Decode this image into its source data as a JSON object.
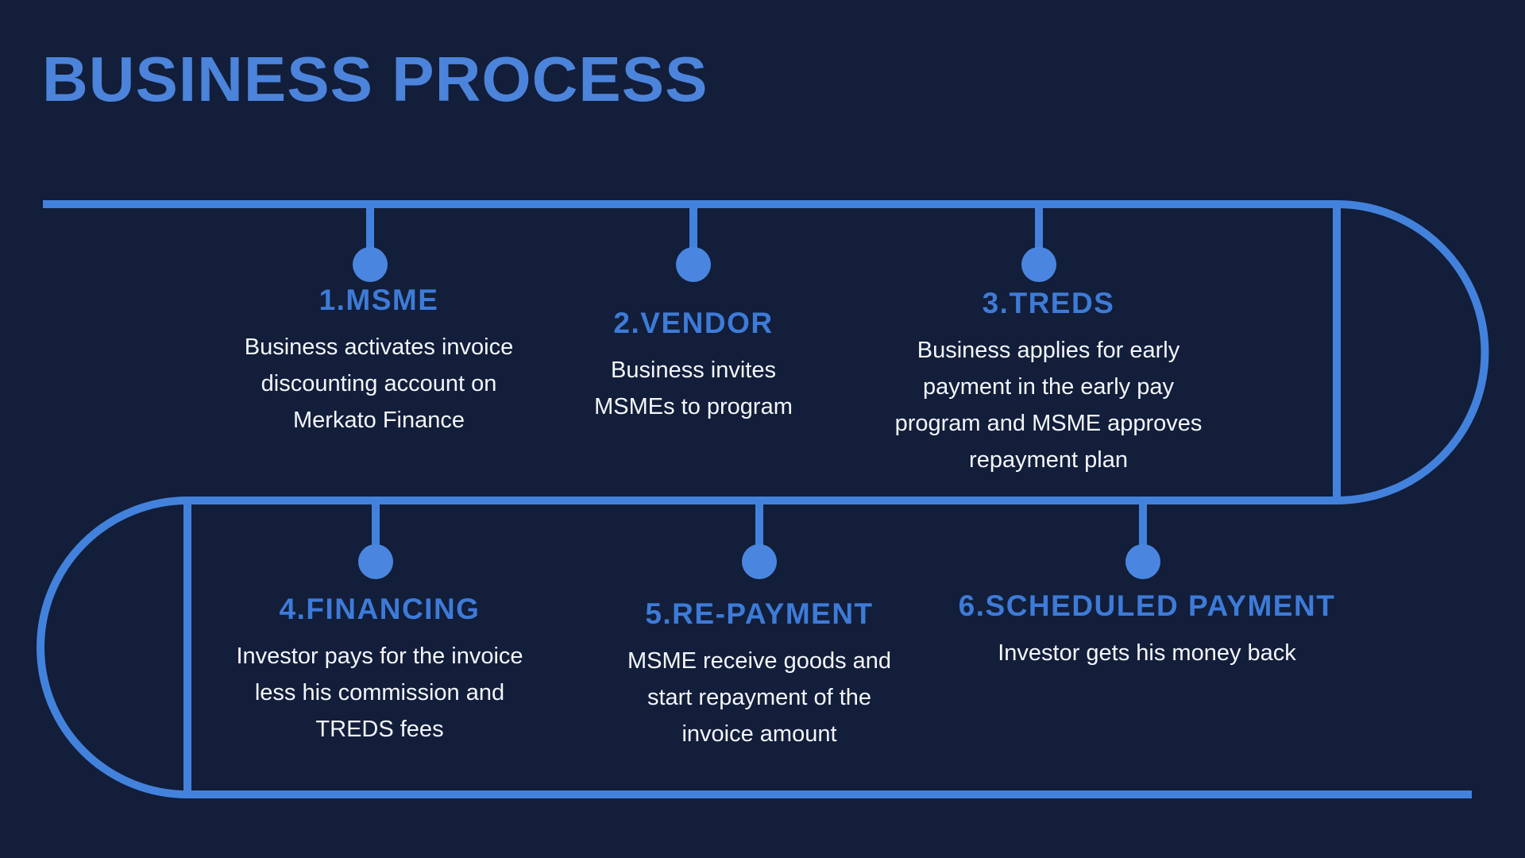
{
  "page": {
    "title": "BUSINESS PROCESS"
  },
  "colors": {
    "background": "#121E3A",
    "line": "#4382DC",
    "dot": "#4A86E0",
    "title": "#4C84DB",
    "heading": "#3E7BD8",
    "text": "#F3F6FB"
  },
  "steps": [
    {
      "number": "1",
      "title": "1.MSME",
      "description": "Business activates invoice\ndiscounting account on\nMerkato Finance"
    },
    {
      "number": "2",
      "title": "2.VENDOR",
      "description": "Business invites\nMSMEs to program"
    },
    {
      "number": "3",
      "title": "3.TREDS",
      "description": "Business applies for early\npayment in the early pay\nprogram and MSME approves\nrepayment plan"
    },
    {
      "number": "4",
      "title": "4.FINANCING",
      "description": "Investor pays for the invoice\nless his commission and\nTREDS fees"
    },
    {
      "number": "5",
      "title": "5.RE-PAYMENT",
      "description": "MSME receive goods and\nstart repayment of the\ninvoice amount"
    },
    {
      "number": "6",
      "title": "6.SCHEDULED PAYMENT",
      "description": "Investor gets his money back"
    }
  ]
}
